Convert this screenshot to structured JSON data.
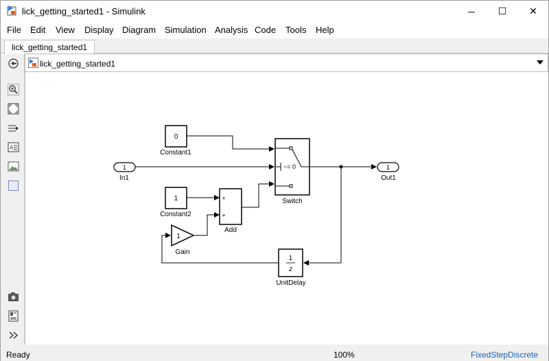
{
  "window": {
    "title": "lick_getting_started1 - Simulink",
    "controls": {
      "minimize": "─",
      "maximize": "☐",
      "close": "✕"
    }
  },
  "menu": [
    "File",
    "Edit",
    "View",
    "Display",
    "Diagram",
    "Simulation",
    "Analysis",
    "Code",
    "Tools",
    "Help"
  ],
  "tab": {
    "label": "lick_getting_started1"
  },
  "address": {
    "path": "lick_getting_started1"
  },
  "left_toolbar": [
    "back-icon",
    "zoom-in-icon",
    "fit-view-icon",
    "signal-routing-icon",
    "annotation-icon",
    "image-icon",
    "area-icon",
    "screenshot-icon",
    "report-icon",
    "expand-icon"
  ],
  "blocks": {
    "constant1": {
      "value": "0",
      "label": "Constant1"
    },
    "constant2": {
      "value": "1",
      "label": "Constant2"
    },
    "in1": {
      "value": "1",
      "label": "In1"
    },
    "out1": {
      "value": "1",
      "label": "Out1"
    },
    "switch": {
      "criteria": "~= 0",
      "label": "Switch"
    },
    "add": {
      "label": "Add",
      "signs": [
        "+",
        "+"
      ]
    },
    "gain": {
      "value": "1",
      "label": "Gain"
    },
    "unitdelay": {
      "num": "1",
      "den": "z",
      "label": "UnitDelay"
    }
  },
  "status": {
    "state": "Ready",
    "zoom": "100%",
    "solver": "FixedStepDiscrete"
  },
  "colors": {
    "solver_link": "#1a5fb4",
    "canvas": "#ffffff",
    "chrome": "#f0f0f0"
  }
}
